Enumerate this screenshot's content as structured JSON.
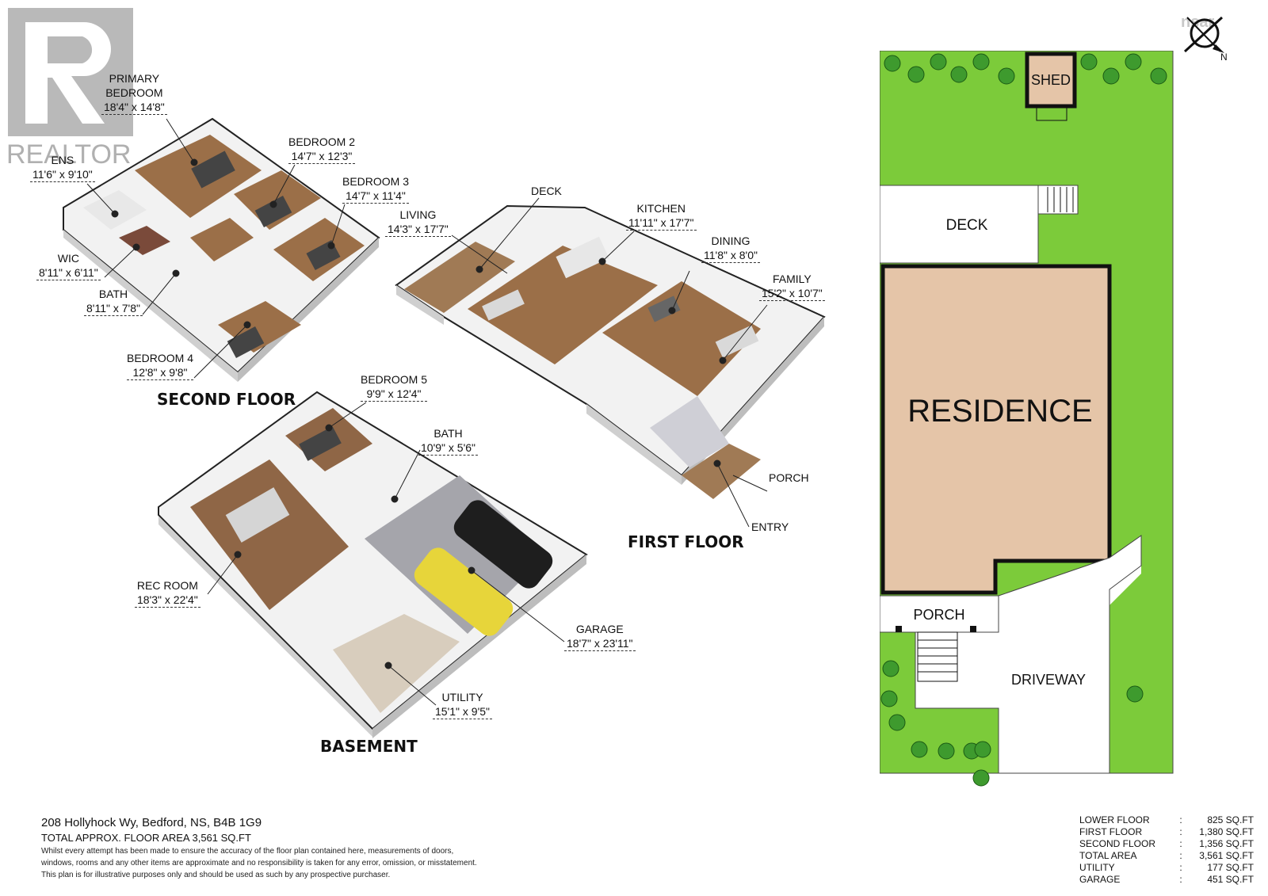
{
  "brand": {
    "realtor_logo_text": "REALTOR",
    "compass_brand": "nsar",
    "north_label": "N"
  },
  "second_floor": {
    "title": "SECOND FLOOR",
    "rooms": [
      {
        "name": "PRIMARY\nBEDROOM",
        "dim": "18'4\" x 14'8\""
      },
      {
        "name": "BEDROOM 2",
        "dim": "14'7\" x 12'3\""
      },
      {
        "name": "BEDROOM 3",
        "dim": "14'7\" x 11'4\""
      },
      {
        "name": "ENS",
        "dim": "11'6\" x 9'10\""
      },
      {
        "name": "WIC",
        "dim": "8'11\" x 6'11\""
      },
      {
        "name": "BATH",
        "dim": "8'11\" x 7'8\""
      },
      {
        "name": "BEDROOM 4",
        "dim": "12'8\" x 9'8\""
      }
    ]
  },
  "first_floor": {
    "title": "FIRST FLOOR",
    "rooms": [
      {
        "name": "DECK",
        "dim": ""
      },
      {
        "name": "LIVING",
        "dim": "14'3\" x 17'7\""
      },
      {
        "name": "KITCHEN",
        "dim": "11'11\" x 17'7\""
      },
      {
        "name": "DINING",
        "dim": "11'8\" x 8'0\""
      },
      {
        "name": "FAMILY",
        "dim": "15'2\" x 10'7\""
      },
      {
        "name": "PORCH",
        "dim": ""
      },
      {
        "name": "ENTRY",
        "dim": ""
      }
    ]
  },
  "basement": {
    "title": "BASEMENT",
    "rooms": [
      {
        "name": "BEDROOM 5",
        "dim": "9'9\" x 12'4\""
      },
      {
        "name": "BATH",
        "dim": "10'9\" x 5'6\""
      },
      {
        "name": "REC ROOM",
        "dim": "18'3\" x 22'4\""
      },
      {
        "name": "GARAGE",
        "dim": "18'7\" x 23'11\""
      },
      {
        "name": "UTILITY",
        "dim": "15'1\" x 9'5\""
      }
    ]
  },
  "site_plan": {
    "shed": "SHED",
    "deck": "DECK",
    "residence": "RESIDENCE",
    "porch": "PORCH",
    "driveway": "DRIVEWAY",
    "colors": {
      "lawn": "#7ccb3a",
      "residence": "#e5c5a8",
      "tree": "#3e9a2e"
    }
  },
  "footer": {
    "address": "208 Hollyhock Wy, Bedford, NS, B4B 1G9",
    "total_area": "TOTAL APPROX. FLOOR AREA 3,561 SQ.FT",
    "disclaimer": [
      "Whilst every attempt has been made to ensure the accuracy of the floor plan contained here, measurements of doors,",
      "windows, rooms and any other items are approximate and no responsibility is taken for any error, omission, or misstatement.",
      "This plan is for illustrative purposes only and should be used as such by any prospective purchaser."
    ]
  },
  "areas": [
    {
      "label": "LOWER FLOOR",
      "value": "825 SQ.FT"
    },
    {
      "label": "FIRST FLOOR",
      "value": "1,380 SQ.FT"
    },
    {
      "label": "SECOND FLOOR",
      "value": "1,356 SQ.FT"
    },
    {
      "label": "TOTAL AREA",
      "value": "3,561 SQ.FT"
    },
    {
      "label": "UTILITY",
      "value": "177 SQ.FT"
    },
    {
      "label": "GARAGE",
      "value": "451 SQ.FT"
    }
  ]
}
